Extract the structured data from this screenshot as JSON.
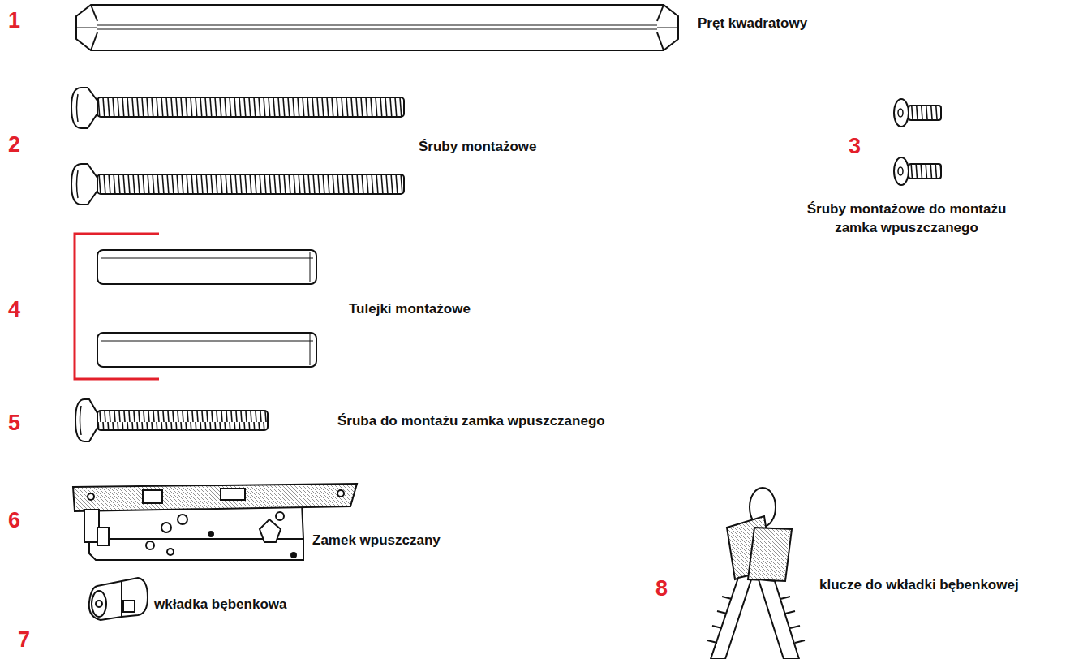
{
  "diagram": {
    "labels": [
      "1",
      "Pręt kwadratowy",
      "2",
      "Śruby montażowe",
      "3",
      "Śruby montażowe do montażu zamka wpuszczanego",
      "4",
      "Tulejki montażowe",
      "5",
      "Śruba do montażu zamka wpuszczanego",
      "6",
      "Zamek wpuszczany",
      "8",
      "klucze do wkładki bębenkowej",
      "7",
      "wkładka bębenkowa"
    ]
  }
}
